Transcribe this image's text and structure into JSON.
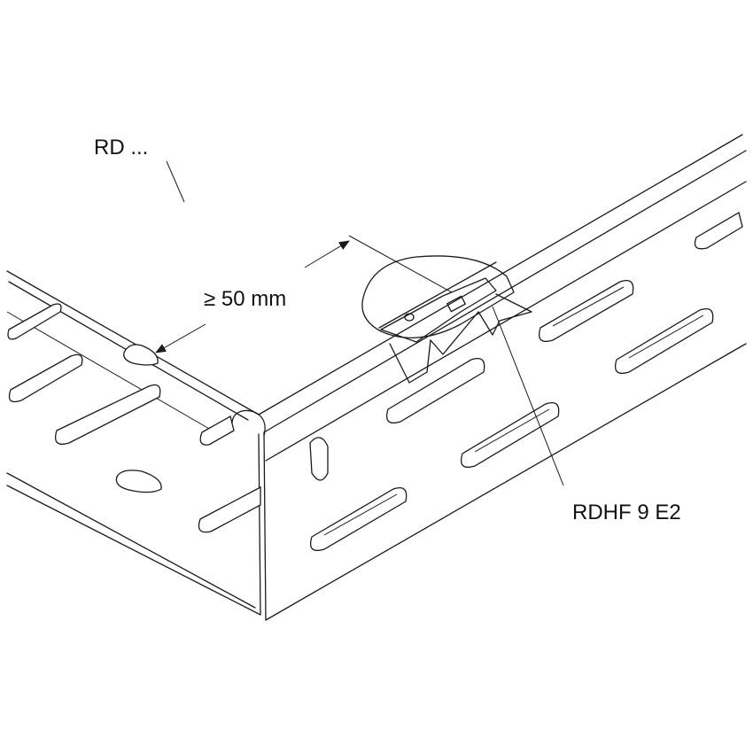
{
  "labels": {
    "tray": "RD ...",
    "dimension": "≥ 50 mm",
    "clip": "RDHF 9 E2"
  },
  "colors": {
    "line": "#1a1a1a",
    "background": "#ffffff"
  }
}
